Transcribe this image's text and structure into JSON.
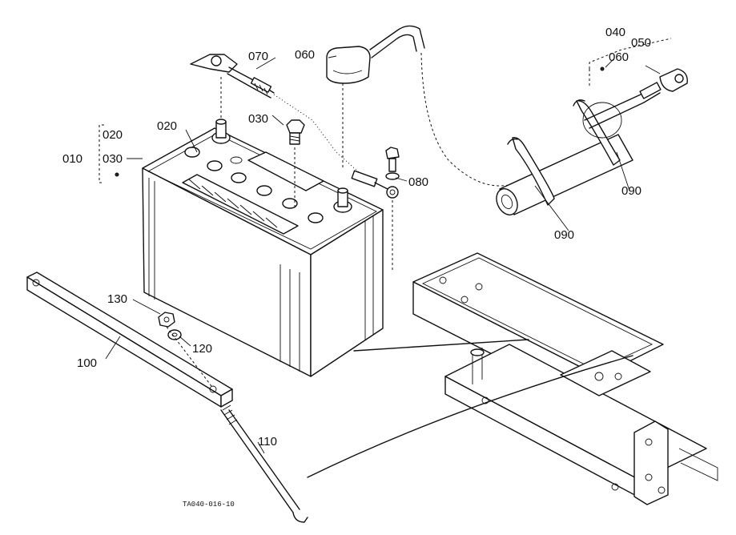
{
  "parts": {
    "p010": "010",
    "p020a": "020",
    "p020b": "020",
    "p030a": "030",
    "p030b": "030",
    "p040": "040",
    "p050": "050",
    "p060a": "060",
    "p060b": "060",
    "p070": "070",
    "p080": "080",
    "p090a": "090",
    "p090b": "090",
    "p100": "100",
    "p110": "110",
    "p120": "120",
    "p130": "130"
  },
  "drawing_code": "TA040-016-10"
}
